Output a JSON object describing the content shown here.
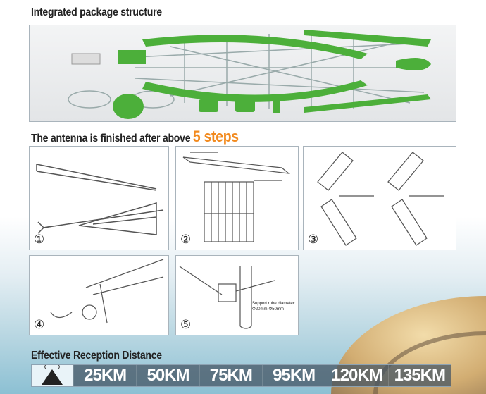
{
  "package_title": "Integrated package structure",
  "steps_title": {
    "prefix": "The antenna is finished after above",
    "highlight": "5 steps"
  },
  "steps": [
    {
      "number": "①"
    },
    {
      "number": "②"
    },
    {
      "number": "③"
    },
    {
      "number": "④"
    },
    {
      "number": "⑤",
      "note_line1": "Support rube diameter:",
      "note_line2": "Φ20mm-Φ50mm"
    }
  ],
  "distance": {
    "title": "Effective Reception Distance",
    "values": [
      "25KM",
      "50KM",
      "75KM",
      "95KM",
      "120KM",
      "135KM"
    ]
  },
  "colors": {
    "accent": "#f28a1e",
    "green": "#4caf3a"
  }
}
